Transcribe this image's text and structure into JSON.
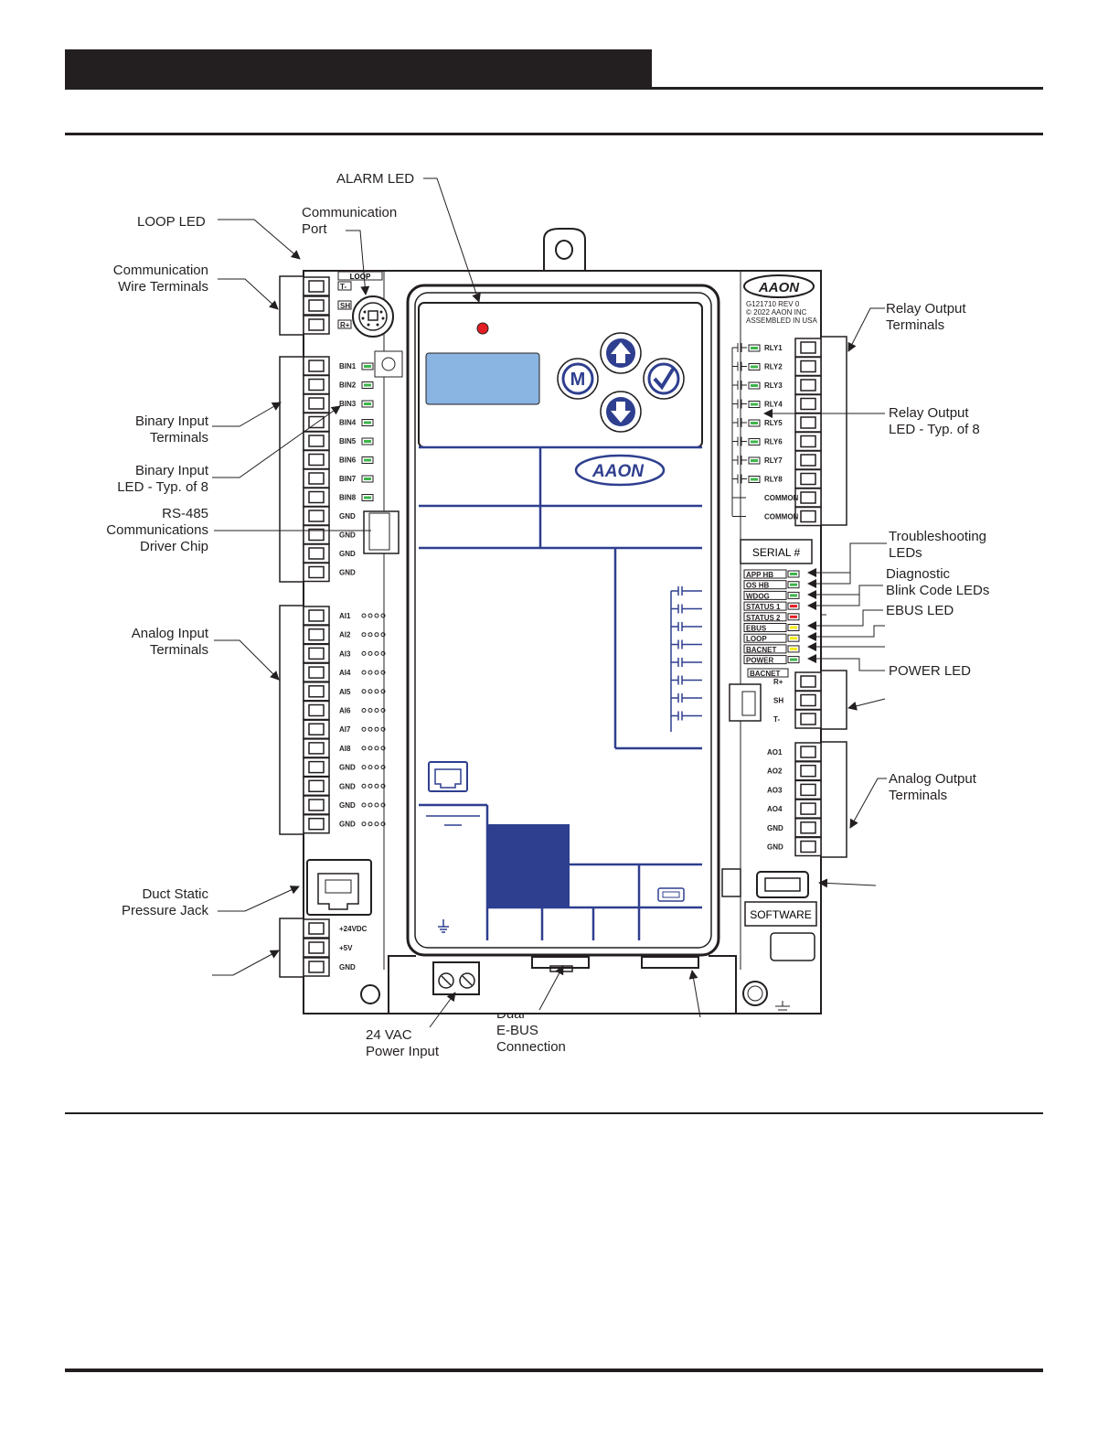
{
  "labels": {
    "alarm_led": "ALARM LED",
    "loop_led": "LOOP LED",
    "comm_port": [
      "Communication",
      "Port"
    ],
    "comm_wire_terminals": [
      "Communication",
      "Wire Terminals"
    ],
    "binary_input_terminals": [
      "Binary Input",
      "Terminals"
    ],
    "binary_input_led": [
      "Binary Input",
      "LED - Typ. of 8"
    ],
    "rs485_chip": [
      "RS-485",
      "Communications",
      "Driver Chip"
    ],
    "analog_input_terminals": [
      "Analog Input",
      "Terminals"
    ],
    "duct_static_jack": [
      "Duct Static",
      "Pressure Jack"
    ],
    "power_input": [
      "24 VAC",
      "Power Input"
    ],
    "ebus_connection": [
      "Dual",
      "E-BUS",
      "Connection"
    ],
    "relay_output_terminals": [
      "Relay Output",
      "Terminals"
    ],
    "relay_output_led": [
      "Relay Output",
      "LED - Typ. of 8"
    ],
    "troubleshooting_leds": [
      "Troubleshooting",
      "LEDs"
    ],
    "diagnostic_leds": [
      "Diagnostic",
      "Blink Code LEDs"
    ],
    "ebus_led": "EBUS LED",
    "power_led": "POWER LED",
    "analog_output_terminals": [
      "Analog Output",
      "Terminals"
    ]
  },
  "board": {
    "brand": "AAON",
    "part_info": [
      "G121710 REV 0",
      "© 2022 AAON INC",
      "ASSEMBLED IN USA"
    ],
    "serial_label": "SERIAL #",
    "software_label": "SOFTWARE",
    "keypad": [
      "M",
      "▲",
      "✔",
      "▼"
    ],
    "comm_terminals": [
      "T-",
      "SH",
      "R+"
    ],
    "loop_tag": "LOOP",
    "binary_inputs": [
      "BIN1",
      "BIN2",
      "BIN3",
      "BIN4",
      "BIN5",
      "BIN6",
      "BIN7",
      "BIN8",
      "GND",
      "GND",
      "GND",
      "GND"
    ],
    "analog_inputs": [
      "AI1",
      "AI2",
      "AI3",
      "AI4",
      "AI5",
      "AI6",
      "AI7",
      "AI8",
      "GND",
      "GND",
      "GND",
      "GND"
    ],
    "power_terminals": [
      "+24VDC",
      "+5V",
      "GND"
    ],
    "relays": [
      "RLY1",
      "RLY2",
      "RLY3",
      "RLY4",
      "RLY5",
      "RLY6",
      "RLY7",
      "RLY8",
      "COMMON",
      "COMMON"
    ],
    "status_leds": [
      "APP HB",
      "OS HB",
      "WDOG",
      "STATUS 1",
      "STATUS 2",
      "EBUS",
      "LOOP",
      "BACNET",
      "POWER"
    ],
    "status_led_colors": [
      "#3cb54a",
      "#3cb54a",
      "#3cb54a",
      "#e31e24",
      "#e31e24",
      "#f6eb14",
      "#f6eb14",
      "#f6eb14",
      "#3cb54a"
    ],
    "bacnet_tag": "BACNET",
    "bacnet_terminals": [
      "R+",
      "SH",
      "T-"
    ],
    "analog_outputs": [
      "AO1",
      "AO2",
      "AO3",
      "AO4",
      "GND",
      "GND"
    ]
  },
  "colors": {
    "accent_blue": "#2e3f8f",
    "lcd_blue": "#8ab4e2",
    "alarm_red": "#e31e24"
  }
}
